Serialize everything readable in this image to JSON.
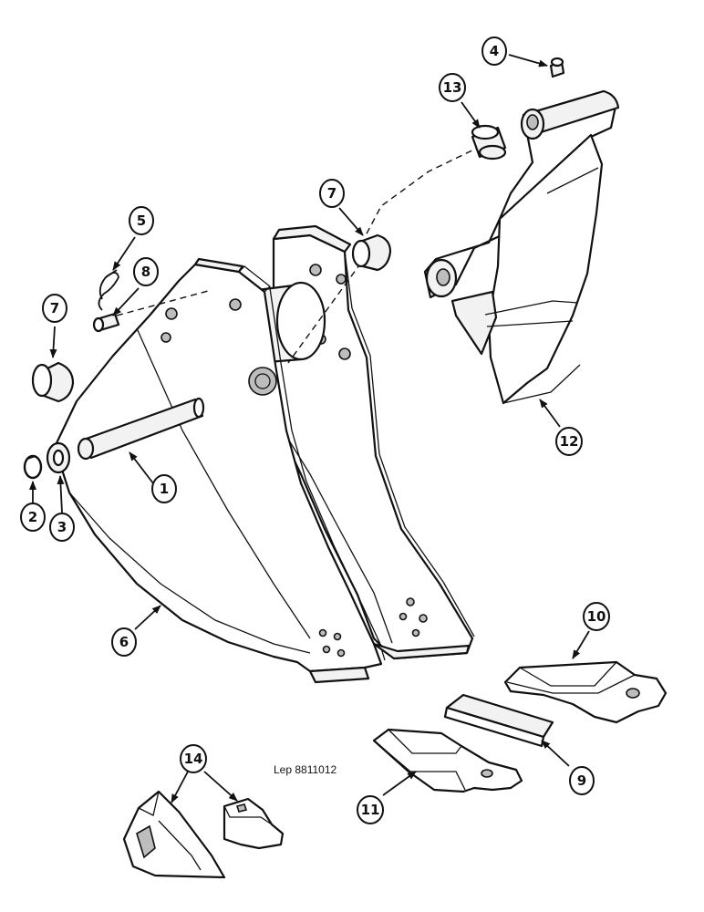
{
  "drawing": {
    "reference": "Lep 8811012",
    "callouts": [
      {
        "id": "c1",
        "label": "1"
      },
      {
        "id": "c2",
        "label": "2"
      },
      {
        "id": "c3",
        "label": "3"
      },
      {
        "id": "c4",
        "label": "4"
      },
      {
        "id": "c5",
        "label": "5"
      },
      {
        "id": "c6",
        "label": "6"
      },
      {
        "id": "c7a",
        "label": "7"
      },
      {
        "id": "c7b",
        "label": "7"
      },
      {
        "id": "c8",
        "label": "8"
      },
      {
        "id": "c9",
        "label": "9"
      },
      {
        "id": "c10",
        "label": "10"
      },
      {
        "id": "c11",
        "label": "11"
      },
      {
        "id": "c12",
        "label": "12"
      },
      {
        "id": "c13",
        "label": "13"
      },
      {
        "id": "c14",
        "label": "14"
      }
    ]
  }
}
